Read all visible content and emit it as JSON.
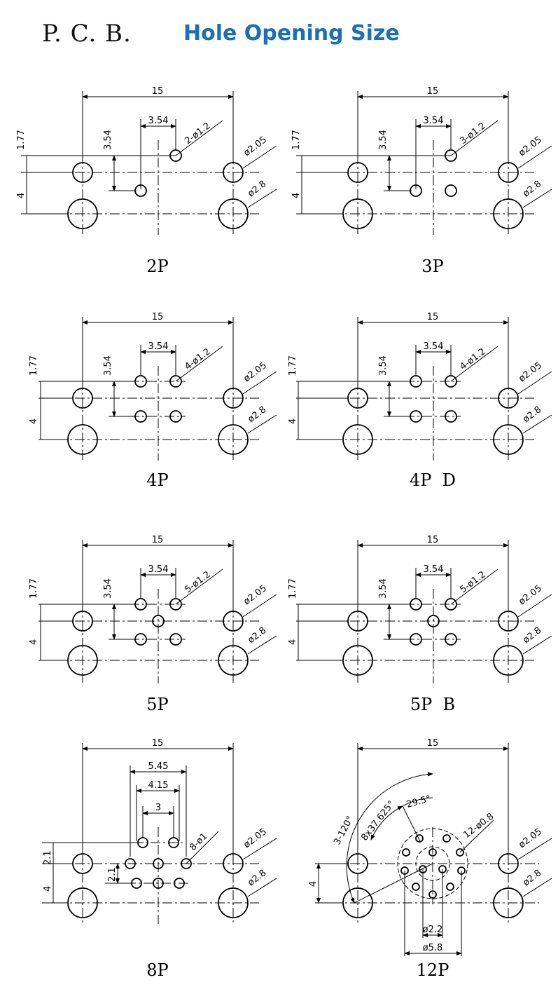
{
  "title": {
    "left": "P. C. B.",
    "right": "Hole Opening Size"
  },
  "panels": [
    {
      "caption": "2P",
      "width": "15",
      "pitch": "3.54",
      "h1": "3.54",
      "h2": "1.77",
      "h3": "4",
      "small": "2-ø1.2",
      "mid": "ø2.05",
      "large": "ø2.8"
    },
    {
      "caption": "3P",
      "width": "15",
      "pitch": "3.54",
      "h1": "3.54",
      "h2": "1.77",
      "h3": "4",
      "small": "3-ø1.2",
      "mid": "ø2.05",
      "large": "ø2.8"
    },
    {
      "caption": "4P",
      "width": "15",
      "pitch": "3.54",
      "h1": "3.54",
      "h2": "1.77",
      "h3": "4",
      "small": "4-ø1.2",
      "mid": "ø2.05",
      "large": "ø2.8"
    },
    {
      "caption": "4P  D",
      "width": "15",
      "pitch": "3.54",
      "h1": "3.54",
      "h2": "1.77",
      "h3": "4",
      "small": "4-ø1.2",
      "mid": "ø2.05",
      "large": "ø2.8"
    },
    {
      "caption": "5P",
      "width": "15",
      "pitch": "3.54",
      "h1": "3.54",
      "h2": "1.77",
      "h3": "4",
      "small": "5-ø1.2",
      "mid": "ø2.05",
      "large": "ø2.8"
    },
    {
      "caption": "5P  B",
      "width": "15",
      "pitch": "3.54",
      "h1": "3.54",
      "h2": "1.77",
      "h3": "4",
      "small": "5-ø1.2",
      "mid": "ø2.05",
      "large": "ø2.8"
    },
    {
      "caption": "8P",
      "width": "15",
      "d1": "5.45",
      "d2": "4.15",
      "d3": "3",
      "v1": "2.1",
      "v2": "2.1",
      "v3": "4",
      "small": "8-ø1",
      "mid": "ø2.05",
      "large": "ø2.8"
    },
    {
      "caption": "12P",
      "width": "15",
      "angle1": "3-120°",
      "angle2": "8x37.625°",
      "angle3": "29.5°",
      "small": "12-ø0.8",
      "inner": "ø2.2",
      "outer": "ø5.8",
      "v1": "4",
      "mid": "ø2.05",
      "large": "ø2.8"
    }
  ]
}
